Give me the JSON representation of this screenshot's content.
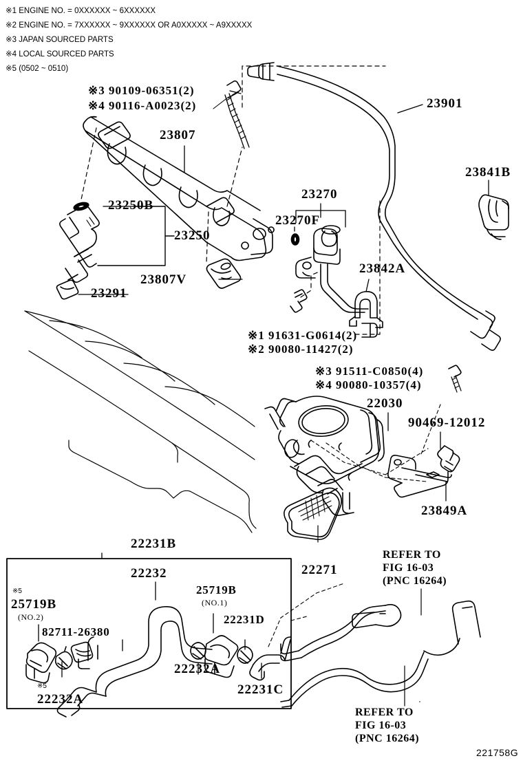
{
  "diagram": {
    "id": "221758G",
    "legend": [
      "※1 ENGINE NO. = 0XXXXXX ~ 6XXXXXX",
      "※2 ENGINE NO. = 7XXXXXX ~ 9XXXXXX OR A0XXXXX ~ A9XXXXX",
      "※3 JAPAN SOURCED PARTS",
      "※4 LOCAL SOURCED PARTS",
      "※5 (0502 ~ 0510)"
    ]
  },
  "callouts": {
    "bolt_3": "※3 90109-06351(2)",
    "bolt_4": "※4 90116-A0023(2)",
    "fuel_rail": "23807",
    "injector_oring_top": "23250B",
    "injector_assy": "23250",
    "injector_insulator": "23807V",
    "injector_cap": "23291",
    "fuel_hose": "23901",
    "hose_clip": "23841B",
    "vsv_assy": "23270",
    "vsv_oring": "23270F",
    "vsv_clamp": "23842A",
    "screw_1": "※1 91631-G0614(2)",
    "screw_2": "※2 90080-11427(2)",
    "bolt_tb_3": "※3 91511-C0850(4)",
    "bolt_tb_4": "※4 90080-10357(4)",
    "throttle_body": "22030",
    "grommet": "90469-12012",
    "bracket": "23849A",
    "gasket": "22271",
    "hose_22231b": "22231B",
    "hose_22232": "22232",
    "clamp_25719b_no1_line1": "25719B",
    "clamp_25719b_no1_line2": "(NO.1)",
    "clamp_25719b_no2_mark": "※5",
    "clamp_25719b_no2_line1": "25719B",
    "clamp_25719b_no2_line2": "(NO.2)",
    "clip_82711": "82711-26380",
    "hose_22231d": "22231D",
    "clamp_22232a_left_mark": "※5",
    "clamp_22232a_left": "22232A",
    "clamp_22232a_mid": "22232A",
    "hose_22231c": "22231C"
  },
  "refer_blocks": {
    "top": "REFER TO\nFIG 16-03\n(PNC 16264)",
    "bottom": "REFER TO\nFIG 16-03\n(PNC 16264)"
  }
}
